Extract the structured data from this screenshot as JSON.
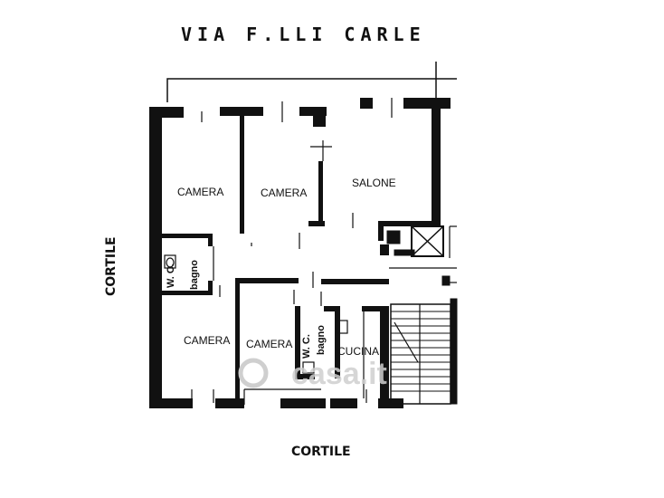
{
  "plan": {
    "street_label": "VIA F.LLI CARLE",
    "courtyard_left": "CORTILE",
    "courtyard_bottom": "CORTILE",
    "rooms": {
      "camera_1": "CAMERA",
      "camera_2": "CAMERA",
      "salone": "SALONE",
      "camera_3": "CAMERA",
      "camera_4": "CAMERA",
      "cucina": "CUCINA",
      "wc_1": "W. C.",
      "bagno_1": "bagno",
      "wc_2": "W. C.",
      "bagno_2": "bagno"
    },
    "watermark": "casa.it",
    "colors": {
      "wall": "#111111",
      "background": "#ffffff",
      "watermark": "#c8c8c8"
    }
  }
}
